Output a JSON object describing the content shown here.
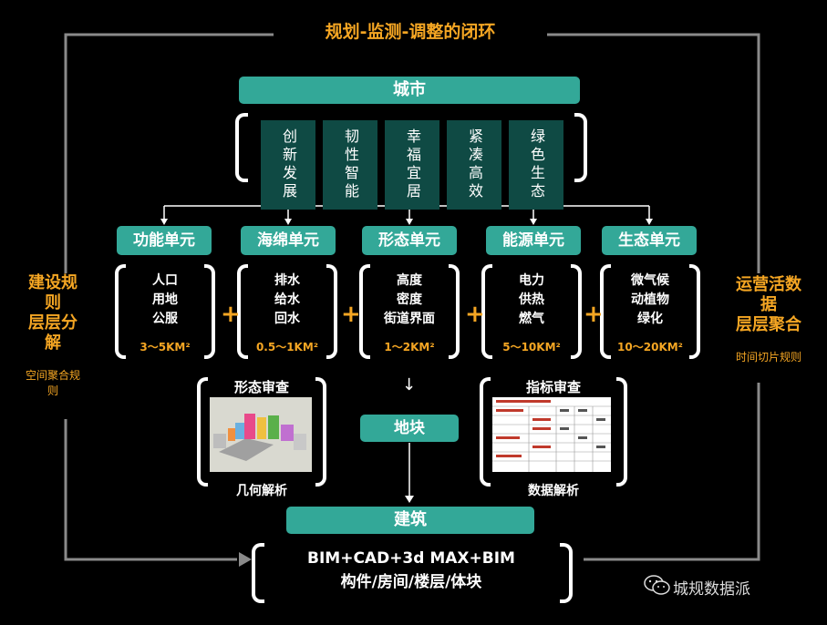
{
  "loop_title": "规划-监测-调整的闭环",
  "left_side": {
    "title_lines": [
      "建设规",
      "则",
      "层层分",
      "解"
    ],
    "sub_lines": [
      "空间聚合规",
      "则"
    ]
  },
  "right_side": {
    "title_lines": [
      "运营活数",
      "据",
      "层层聚合"
    ],
    "sub": "时间切片规则"
  },
  "city": "城市",
  "values": [
    "创新发展",
    "韧性智能",
    "幸福宜居",
    "紧凑高效",
    "绿色生态"
  ],
  "units": [
    {
      "name": "功能单元",
      "items": [
        "人口",
        "用地",
        "公服"
      ],
      "scale": "3～5KM²"
    },
    {
      "name": "海绵单元",
      "items": [
        "排水",
        "给水",
        "回水"
      ],
      "scale": "0.5～1KM²"
    },
    {
      "name": "形态单元",
      "items": [
        "高度",
        "密度",
        "街道界面"
      ],
      "scale": "1～2KM²"
    },
    {
      "name": "能源单元",
      "items": [
        "电力",
        "供热",
        "燃气"
      ],
      "scale": "5～10KM²"
    },
    {
      "name": "生态单元",
      "items": [
        "微气候",
        "动植物",
        "绿化"
      ],
      "scale": "10～20KM²"
    }
  ],
  "plus_sign": "+",
  "form_review": {
    "title": "形态审查",
    "caption": "几何解析"
  },
  "index_review": {
    "title": "指标审查",
    "caption": "数据解析"
  },
  "block": "地块",
  "arrow_glyph": "↓",
  "building": "建筑",
  "bim_lines": [
    "BIM+CAD+3d MAX+BIM",
    "构件/房间/楼层/体块"
  ],
  "watermark": "城规数据派",
  "colors": {
    "accent": "#f5a623",
    "teal": "#33a898",
    "dark_teal": "#0f4a44"
  }
}
